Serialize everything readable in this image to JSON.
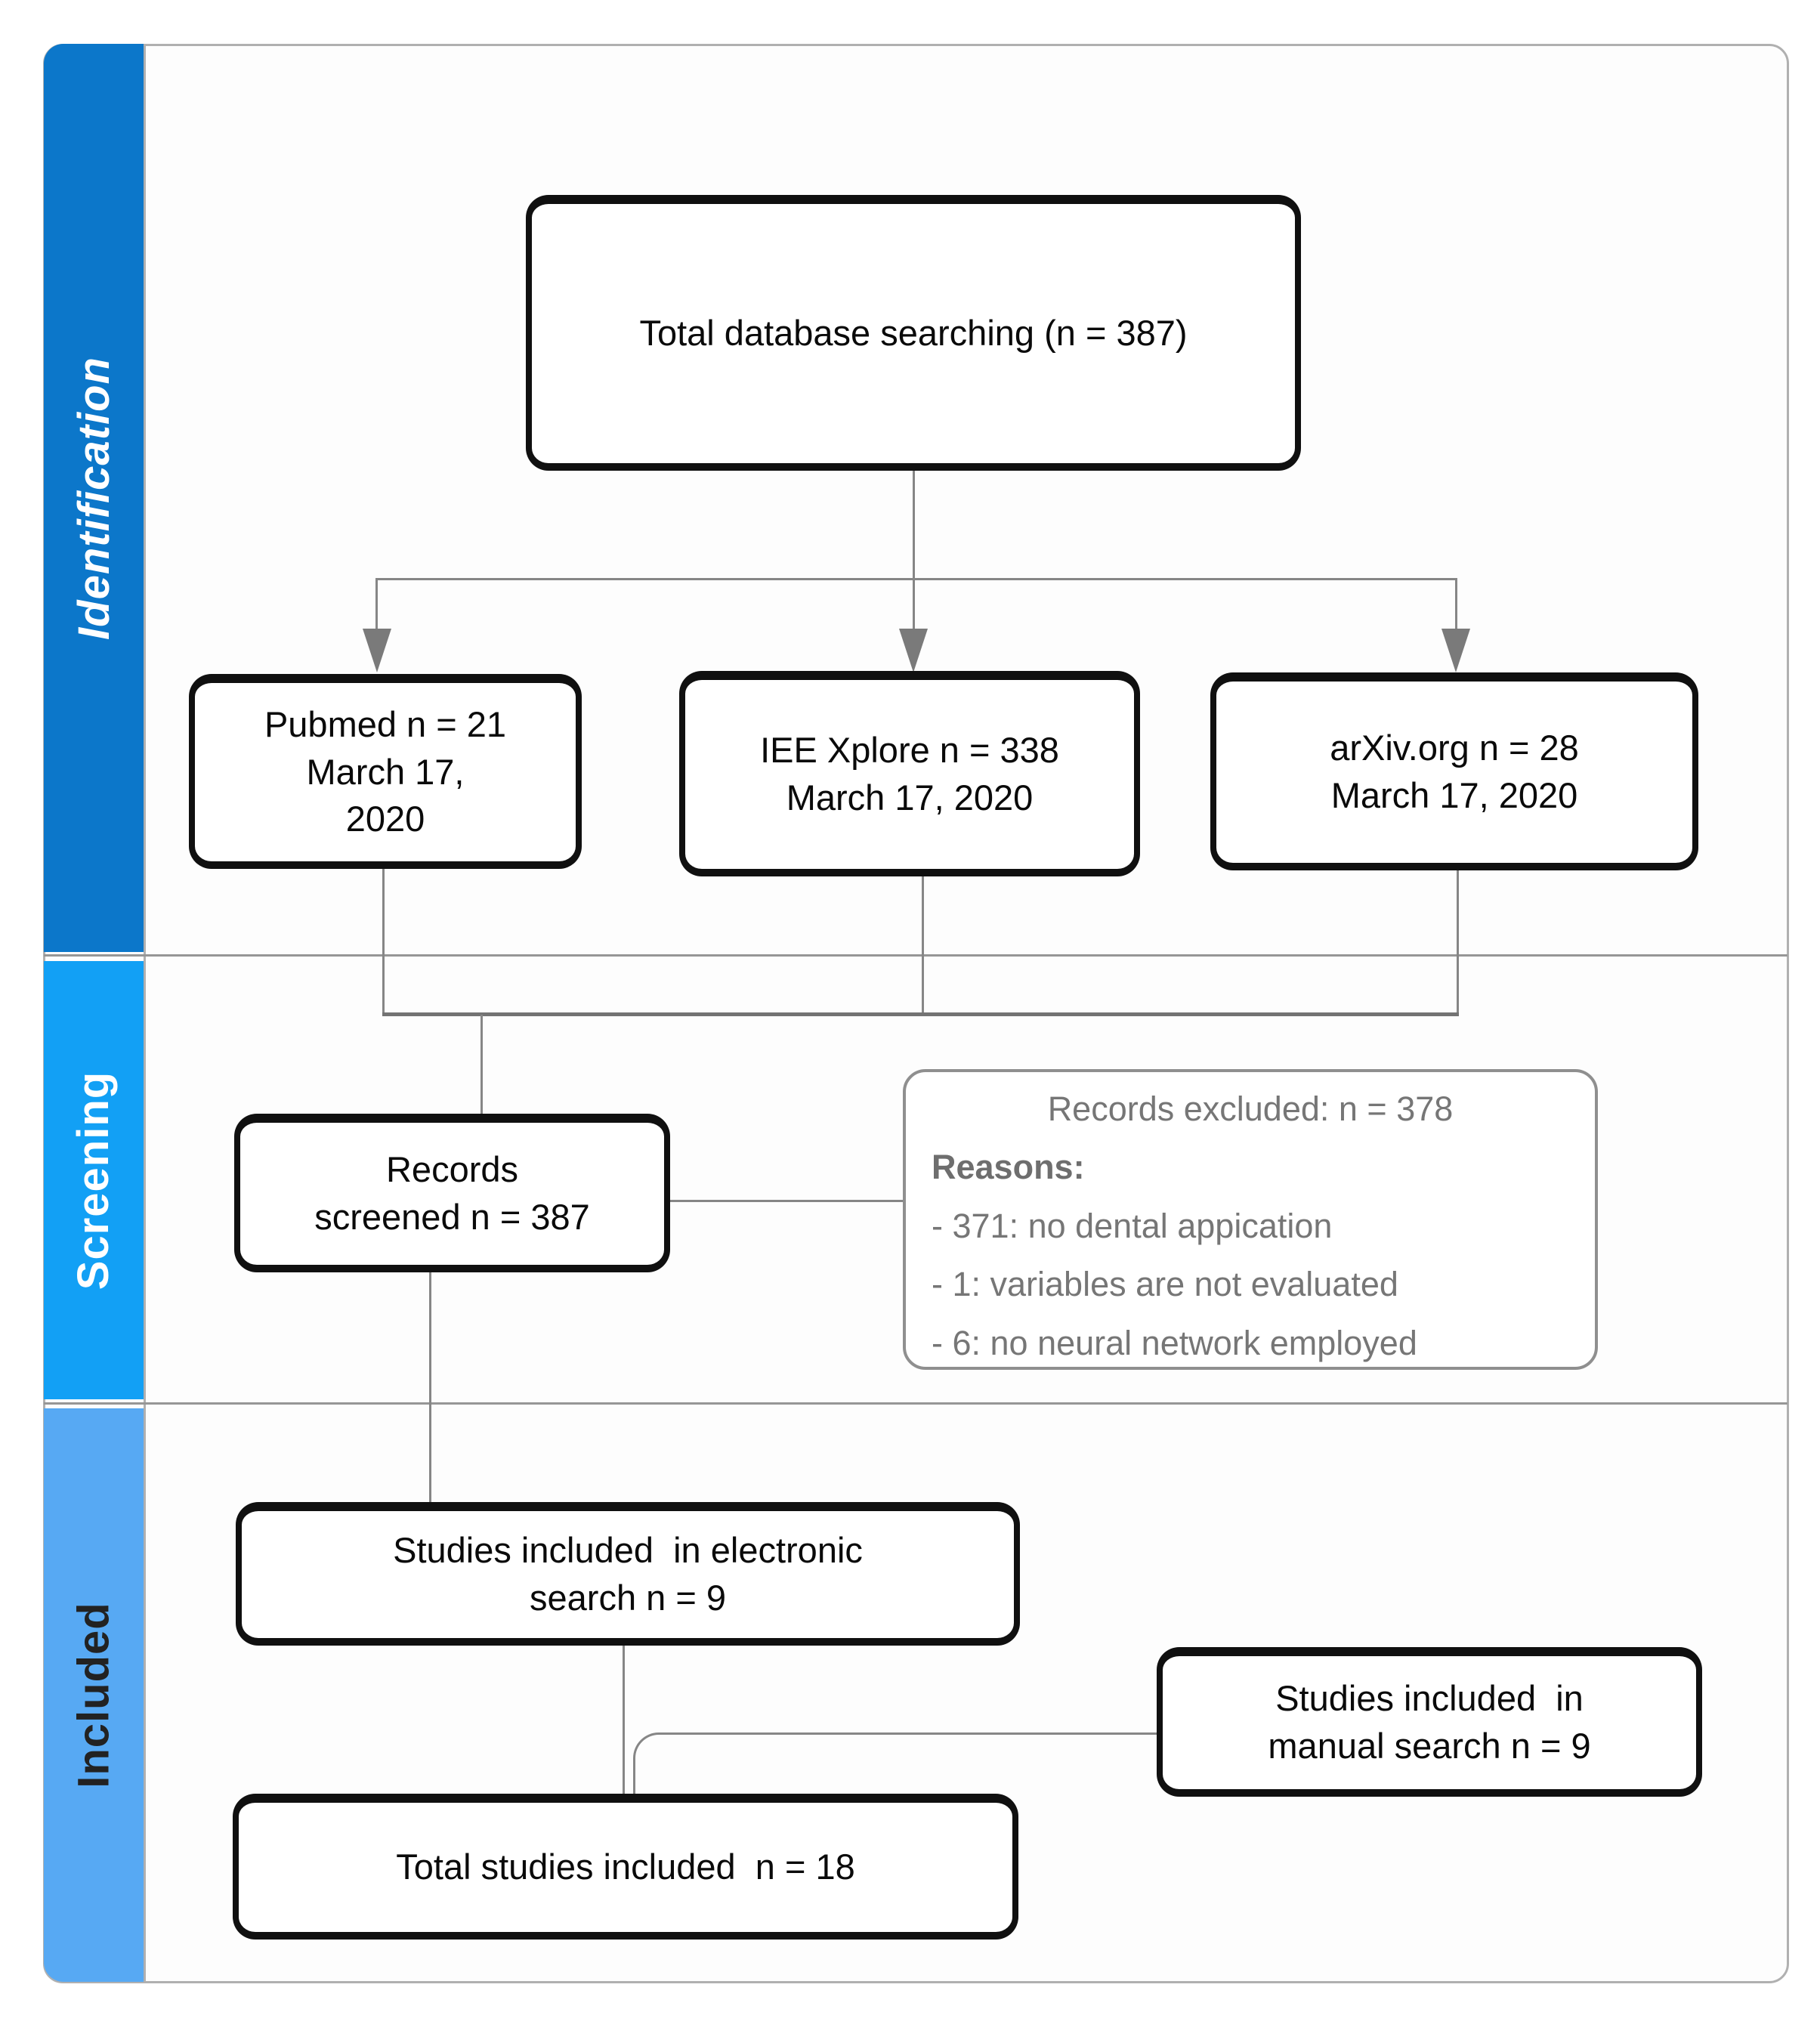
{
  "figure": {
    "kind": "prisma-flow-diagram"
  },
  "sidebar": {
    "sections": [
      {
        "label": "Identification"
      },
      {
        "label": "Screening"
      },
      {
        "label": "Included"
      }
    ]
  },
  "boxes": {
    "total_search": {
      "text": "Total database searching (n = 387)"
    },
    "pubmed": {
      "text": "Pubmed n = 21\nMarch 17,\n2020"
    },
    "iee": {
      "text": "IEE Xplore n = 338\nMarch 17, 2020"
    },
    "arxiv": {
      "text": "arXiv.org n = 28\nMarch 17, 2020"
    },
    "records_screened": {
      "text": "Records\nscreened n = 387"
    },
    "records_excluded": {
      "title": "Records excluded: n = 378",
      "reasons_label": "Reasons:",
      "reasons": [
        "- 371: no dental appication",
        "- 1: variables are not evaluated",
        "- 6: no neural network employed"
      ]
    },
    "electronic": {
      "text": "Studies included  in electronic\nsearch n = 9"
    },
    "manual": {
      "text": "Studies included  in\nmanual search n = 9"
    },
    "total_included": {
      "text": "Total studies included  n = 18"
    }
  },
  "colors": {
    "identification_band": "#0c77ca",
    "screening_band": "#12a0f5",
    "included_band": "#57a9f3",
    "sidebar_text_light": "#ffffff",
    "sidebar_text_dark": "#222222",
    "box_border": "#101010",
    "excluded_border": "#8f8f8f",
    "excluded_text": "#767676",
    "connector": "#868686",
    "frame_border": "#b0b0b0"
  }
}
